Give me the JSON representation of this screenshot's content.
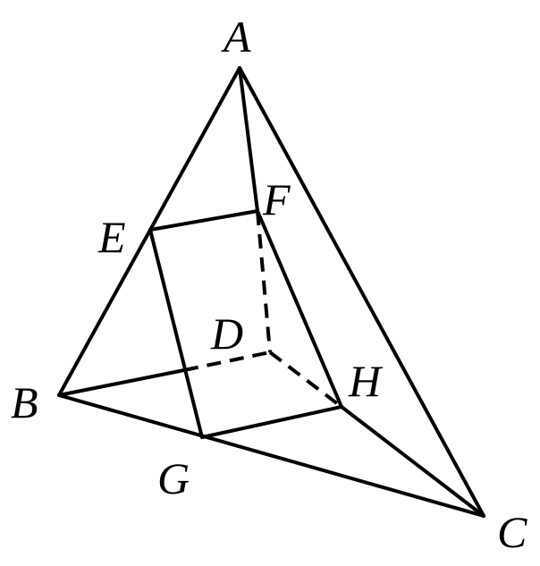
{
  "figure": {
    "type": "tetrahedron-section",
    "points": {
      "A": "A",
      "B": "B",
      "C": "C",
      "D": "D",
      "E": "E",
      "F": "F",
      "G": "G",
      "H": "H"
    },
    "visible_edges": [
      "AB",
      "AC",
      "AD",
      "BC",
      "BG",
      "GC",
      "HC",
      "EF",
      "EG",
      "GH",
      "FH"
    ],
    "hidden_edges": [
      "BD",
      "CD",
      "FD"
    ],
    "colors": {
      "line": "#000000",
      "background": "#ffffff"
    }
  }
}
